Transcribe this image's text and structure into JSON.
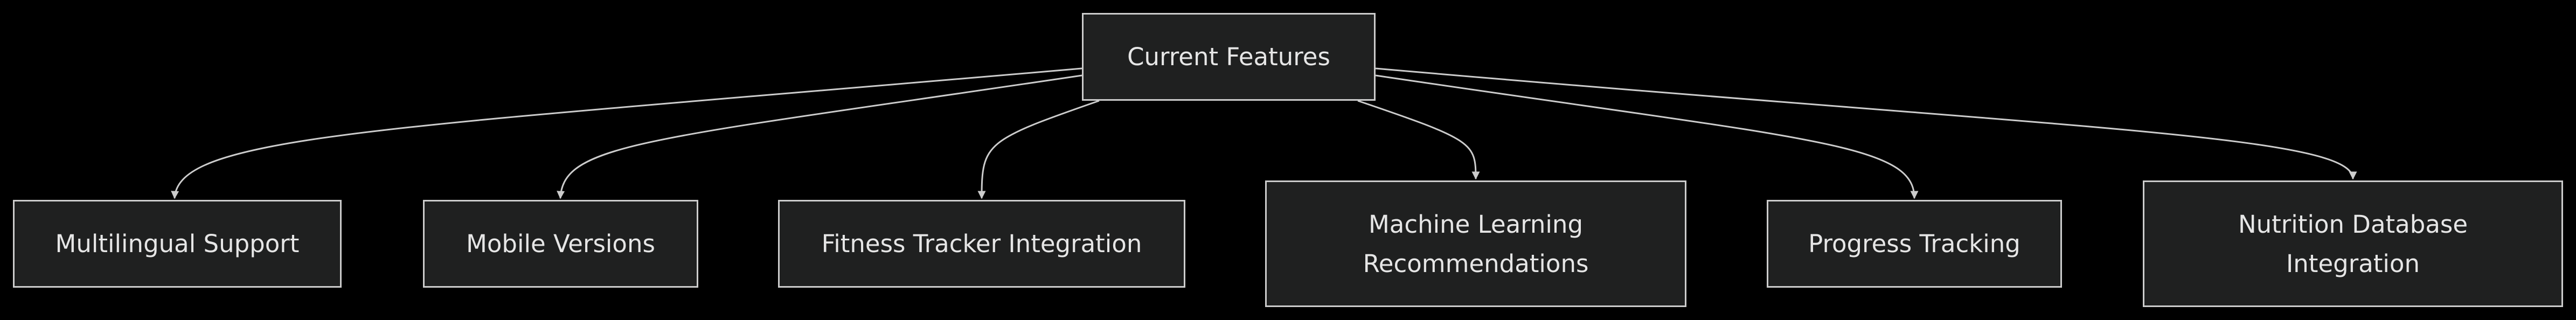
{
  "diagram": {
    "root": {
      "label": "Current Features"
    },
    "children": [
      {
        "id": "multilingual",
        "label": "Multilingual Support"
      },
      {
        "id": "mobile",
        "label": "Mobile Versions"
      },
      {
        "id": "fitness",
        "label": "Fitness Tracker Integration"
      },
      {
        "id": "ml",
        "label": "Machine Learning Recommendations"
      },
      {
        "id": "progress",
        "label": "Progress Tracking"
      },
      {
        "id": "nutrition",
        "label": "Nutrition Database Integration"
      }
    ]
  },
  "colors": {
    "background": "#000000",
    "node_fill": "#1f2020",
    "node_border": "#cccccc",
    "edge": "#cccccc",
    "text": "#e6e6e6"
  }
}
